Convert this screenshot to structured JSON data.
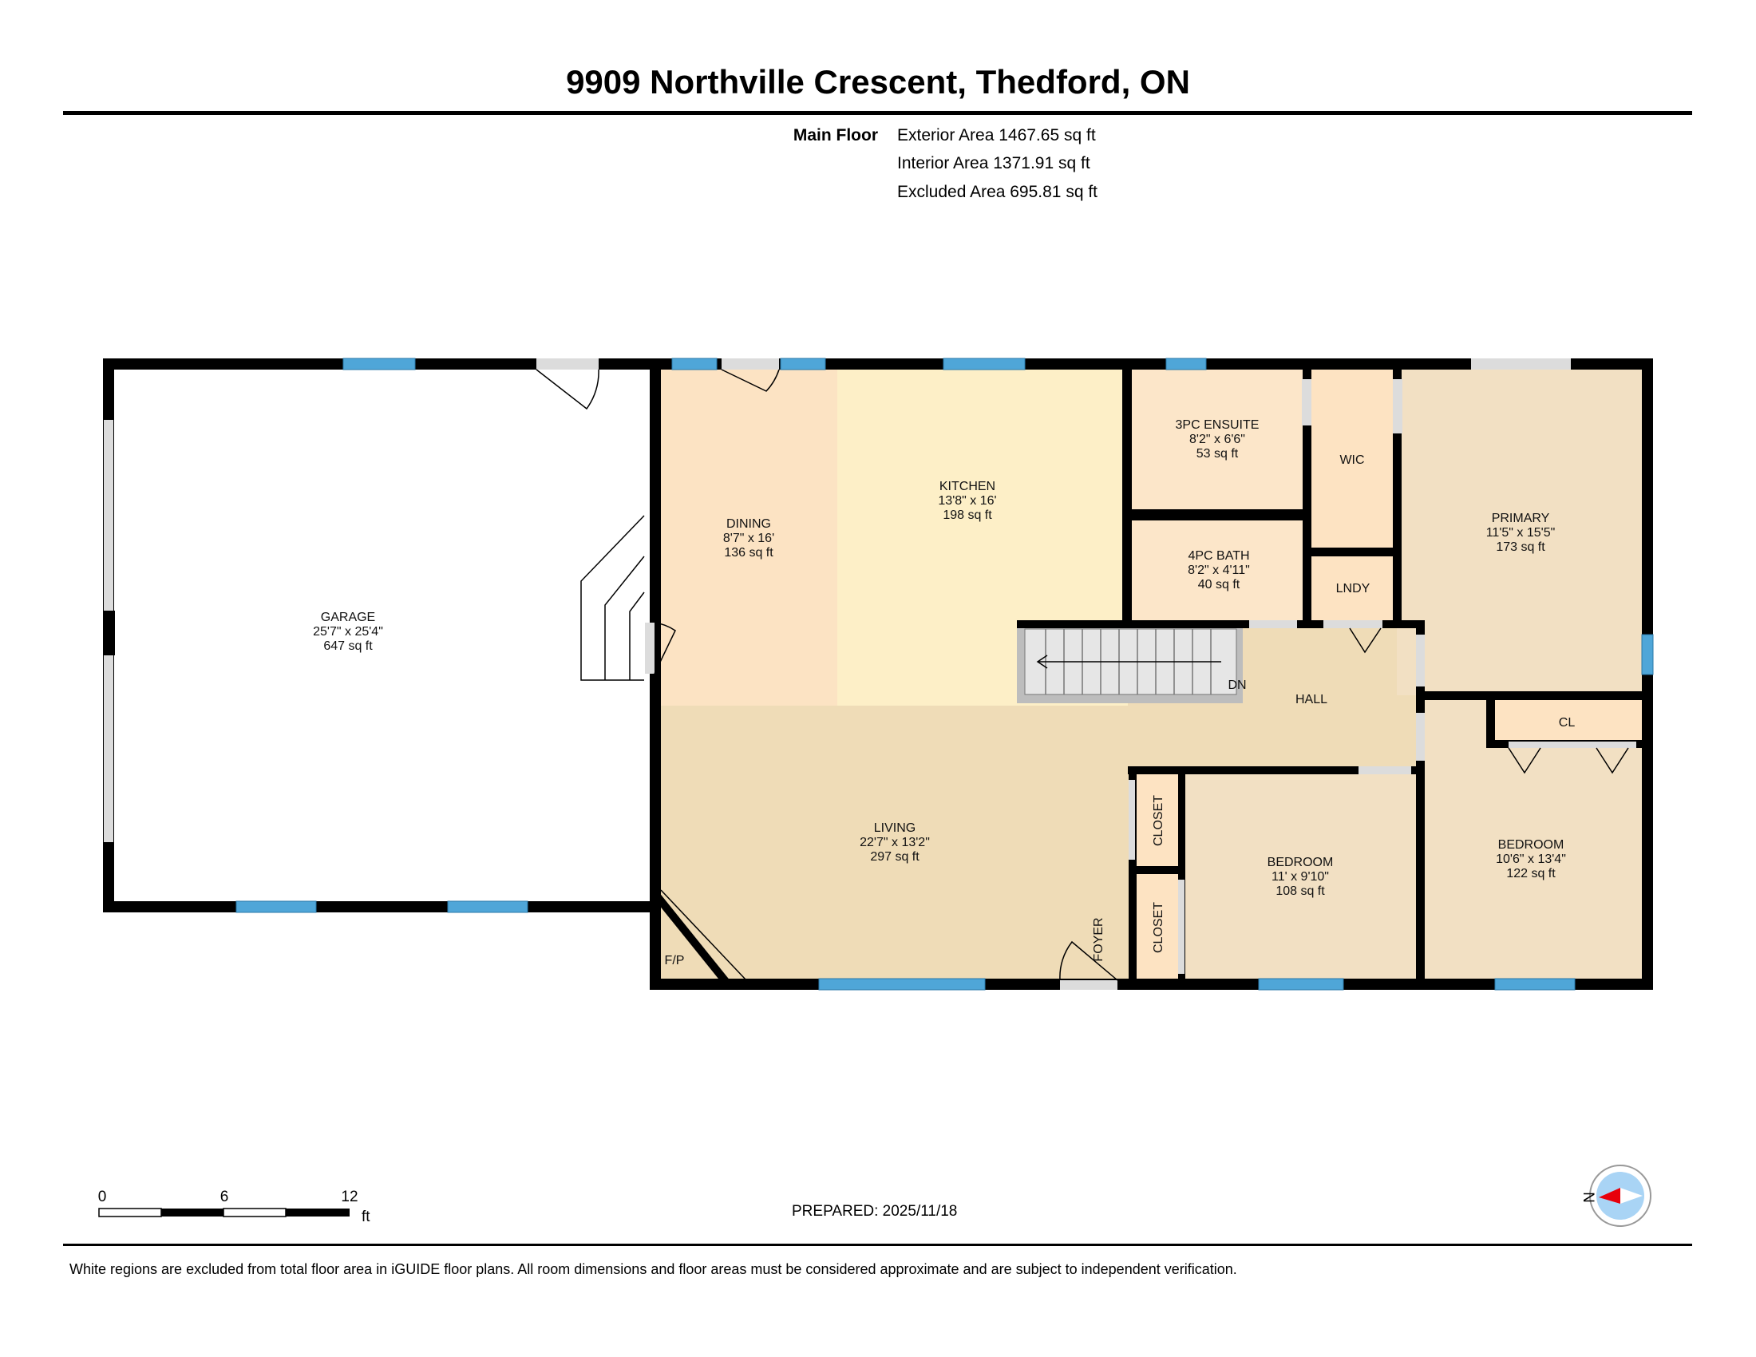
{
  "header": {
    "title": "9909 Northville Crescent, Thedford, ON",
    "floor_label": "Main Floor",
    "exterior_area": "Exterior Area 1467.65 sq ft",
    "interior_area": "Interior Area 1371.91 sq ft",
    "excluded_area": "Excluded Area 695.81 sq ft"
  },
  "rooms": {
    "garage": {
      "name": "GARAGE",
      "dims": "25'7\" x 25'4\"",
      "area": "647 sq ft",
      "color": "#ffffff"
    },
    "dining": {
      "name": "DINING",
      "dims": "8'7\" x 16'",
      "area": "136 sq ft",
      "color": "#fce3c3"
    },
    "kitchen": {
      "name": "KITCHEN",
      "dims": "13'8\" x 16'",
      "area": "198 sq ft",
      "color": "#fdefc7"
    },
    "ensuite": {
      "name": "3PC ENSUITE",
      "dims": "8'2\" x 6'6\"",
      "area": "53 sq ft",
      "color": "#fce6c9"
    },
    "bath": {
      "name": "4PC BATH",
      "dims": "8'2\" x 4'11\"",
      "area": "40 sq ft",
      "color": "#fce6c9"
    },
    "wic": {
      "name": "WIC",
      "color": "#fde3c2"
    },
    "lndy": {
      "name": "LNDY",
      "color": "#fde3c2"
    },
    "primary": {
      "name": "PRIMARY",
      "dims": "11'5\" x 15'5\"",
      "area": "173 sq ft",
      "color": "#f2e0c3"
    },
    "hall": {
      "name": "HALL",
      "color": "#efdcb7"
    },
    "stairs_label": "DN",
    "cl": {
      "name": "CL",
      "color": "#fde3c2"
    },
    "living": {
      "name": "LIVING",
      "dims": "22'7\" x 13'2\"",
      "area": "297 sq ft",
      "color": "#efdcb7"
    },
    "foyer": {
      "name": "FOYER"
    },
    "fp": {
      "name": "F/P"
    },
    "closet1": {
      "name": "CLOSET",
      "color": "#fde3c2"
    },
    "closet2": {
      "name": "CLOSET",
      "color": "#fde3c2"
    },
    "bedroom1": {
      "name": "BEDROOM",
      "dims": "11' x 9'10\"",
      "area": "108 sq ft",
      "color": "#f2e0c3"
    },
    "bedroom2": {
      "name": "BEDROOM",
      "dims": "10'6\" x 13'4\"",
      "area": "122 sq ft",
      "color": "#f2e0c3"
    }
  },
  "scale_bar": {
    "ticks": [
      "0",
      "6",
      "12"
    ],
    "unit": "ft"
  },
  "prepared": "PREPARED: 2025/11/18",
  "compass": {
    "label": "N"
  },
  "footer": "White regions are excluded from total floor area in iGUIDE floor plans. All room dimensions and floor areas must be considered approximate and are subject to independent verification.",
  "colors": {
    "window": "#4fa6d8",
    "wall": "#000000"
  }
}
